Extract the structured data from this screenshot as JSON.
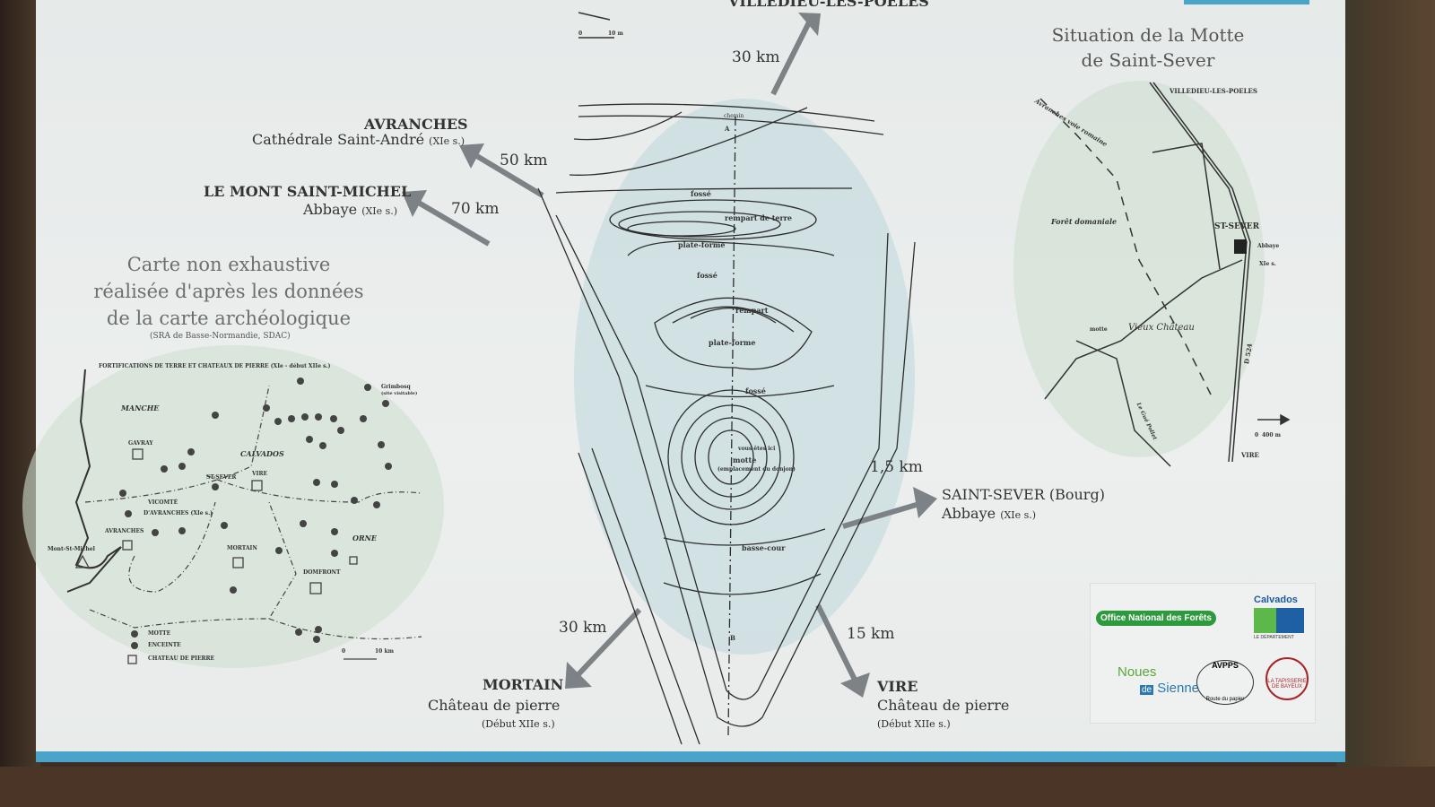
{
  "destinations": {
    "villedieu": {
      "name": "VILLEDIEU-LES-POELES",
      "distance": "30 km"
    },
    "avranches": {
      "name": "AVRANCHES",
      "site": "Cathédrale Saint-André",
      "date": "(XIe s.)",
      "distance": "50 km"
    },
    "mont": {
      "name": "LE MONT SAINT-MICHEL",
      "site": "Abbaye",
      "date": "(XIe s.)",
      "distance": "70 km"
    },
    "saintsever": {
      "name": "SAINT-SEVER (Bourg)",
      "site": "Abbaye",
      "date": "(XIe s.)",
      "distance": "1,5 km"
    },
    "mortain": {
      "name": "MORTAIN",
      "site": "Château de pierre",
      "date": "(Début XIIe s.)",
      "distance": "30 km"
    },
    "vire": {
      "name": "VIRE",
      "site": "Château de pierre",
      "date": "(Début XIIe s.)",
      "distance": "15 km"
    }
  },
  "left_map": {
    "title_lines": [
      "Carte non exhaustive",
      "réalisée d'après les données",
      "de la carte archéologique"
    ],
    "source": "(SRA de Basse-Normandie, SDAC)",
    "map_heading": "FORTIFICATIONS DE TERRE ET CHATEAUX DE PIERRE (XIe - début XIIe s.)",
    "labels": {
      "manche": "MANCHE",
      "calvados": "CALVADOS",
      "orne": "ORNE",
      "gavray": "GAVRAY",
      "stsever": "ST-SEVER",
      "vire": "VIRE",
      "vicomte1": "VICOMTÉ",
      "vicomte2": "D'AVRANCHES (XIe s.)",
      "avranches": "AVRANCHES",
      "mont": "Mont-St-Michel",
      "mortain": "MORTAIN",
      "domfront": "DOMFRONT",
      "grimbosq": "Grimbosq",
      "grimbosq_note": "(site visitable)"
    },
    "legend": [
      "MOTTE",
      "ENCEINTE",
      "CHATEAU DE PIERRE"
    ],
    "scale": [
      "0",
      "10 km"
    ]
  },
  "center_map": {
    "labels": {
      "chemin": "chemin",
      "a": "A",
      "b": "B",
      "fosse": "fossé",
      "rempart_terre": "rempart de terre",
      "plateforme": "plate-forme",
      "rempart": "rempart",
      "vous": "vous êtes ici",
      "motte": "motte",
      "emplacement": "(emplacement du donjon)",
      "bassecour": "basse-cour"
    },
    "scale": [
      "0",
      "10 m"
    ]
  },
  "right_map": {
    "title_lines": [
      "Situation de la Motte",
      "de Saint-Sever"
    ],
    "labels": {
      "villedieu": "VILLEDIEU-LES-POELES",
      "voie": "Avranches voie romaine",
      "foret": "Forêt domaniale",
      "stsever": "ST-SEVER",
      "abbaye": "Abbaye",
      "abbaye_date": "XIe s.",
      "motte": "motte",
      "vieux": "Vieux Château",
      "d524": "D 524",
      "vire": "VIRE",
      "gue": "Le Gué Pollet"
    },
    "scale": [
      "0",
      "400 m"
    ]
  },
  "logos": {
    "onf": "Office National des Forêts",
    "calvados": "Calvados",
    "calvados_sub": "LE DÉPARTEMENT",
    "noues": "Noues",
    "sienne_de": "de",
    "sienne": "Sienne",
    "avpps": "AVPPS",
    "avpps_sub": "Route du papier",
    "tapisserie": "LA TAPISSERIE DE BAYEUX"
  },
  "colors": {
    "arrow": "#7d8287",
    "strip": "#4aa3c9",
    "wash_green": "#c9dccb",
    "wash_blue": "#bcd6db"
  }
}
